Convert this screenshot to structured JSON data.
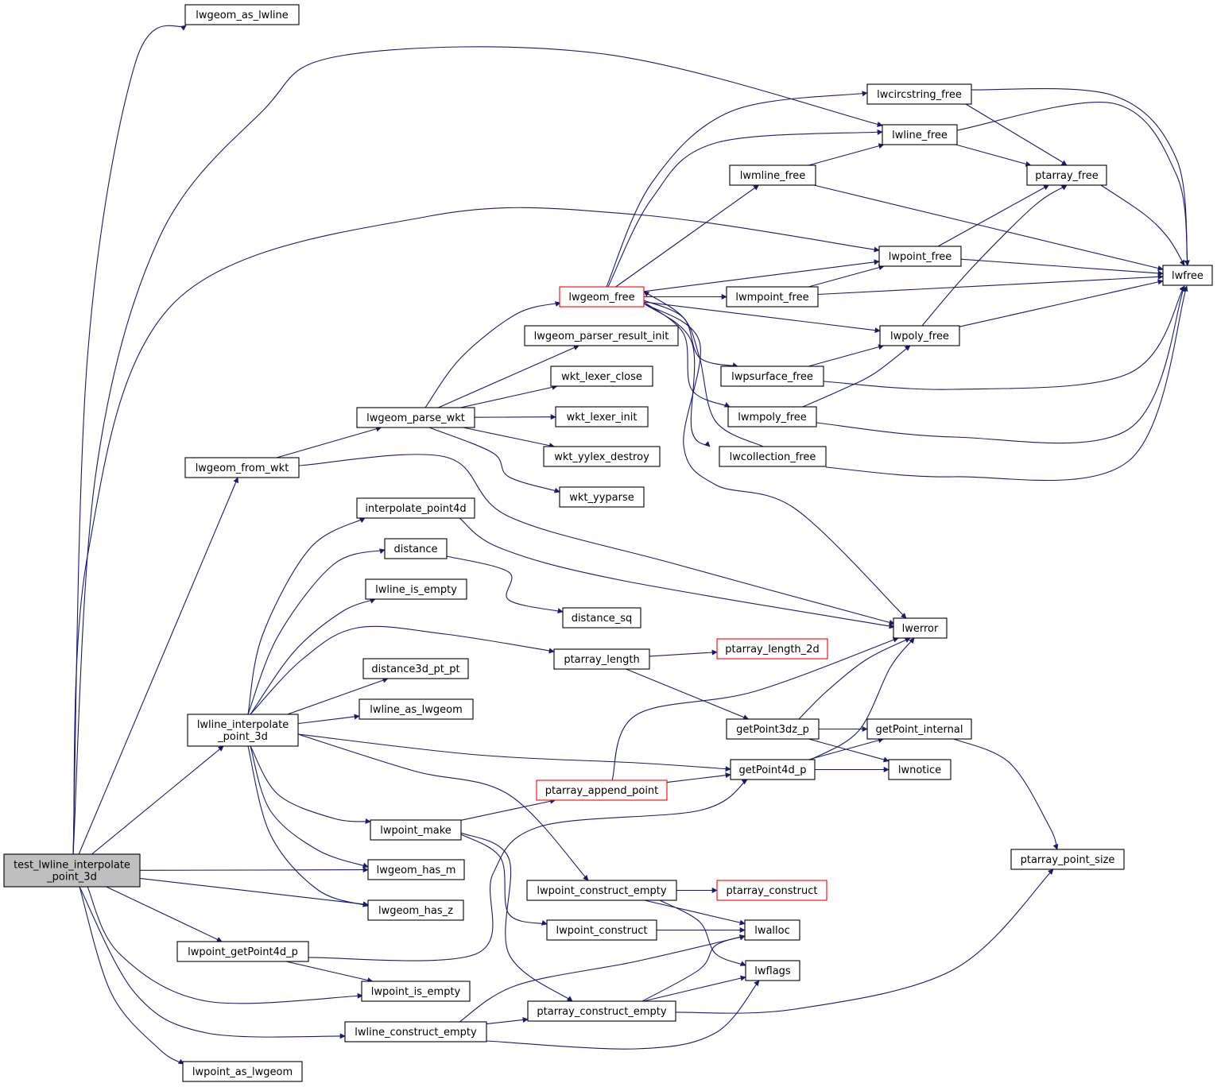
{
  "colors": {
    "edge": "#191970",
    "node_border": "#000000",
    "node_border_truncated": "#ff0000",
    "root_fill": "#bfbfbf",
    "node_fill": "#ffffff",
    "text": "#000000"
  },
  "nodes": [
    {
      "id": "root",
      "lines": [
        "test_lwline_interpolate",
        "_point_3d"
      ],
      "kind": "root"
    },
    {
      "id": "lwgeom_as_lwline",
      "lines": [
        "lwgeom_as_lwline"
      ]
    },
    {
      "id": "lwgeom_from_wkt",
      "lines": [
        "lwgeom_from_wkt"
      ]
    },
    {
      "id": "lwline_interpolate_point_3d",
      "lines": [
        "lwline_interpolate",
        "_point_3d"
      ]
    },
    {
      "id": "lwpoint_getPoint4d_p",
      "lines": [
        "lwpoint_getPoint4d_p"
      ]
    },
    {
      "id": "lwpoint_as_lwgeom",
      "lines": [
        "lwpoint_as_lwgeom"
      ]
    },
    {
      "id": "lwgeom_parse_wkt",
      "lines": [
        "lwgeom_parse_wkt"
      ]
    },
    {
      "id": "interpolate_point4d",
      "lines": [
        "interpolate_point4d"
      ]
    },
    {
      "id": "distance",
      "lines": [
        "distance"
      ]
    },
    {
      "id": "lwline_is_empty",
      "lines": [
        "lwline_is_empty"
      ]
    },
    {
      "id": "distance3d_pt_pt",
      "lines": [
        "distance3d_pt_pt"
      ]
    },
    {
      "id": "lwline_as_lwgeom",
      "lines": [
        "lwline_as_lwgeom"
      ]
    },
    {
      "id": "lwpoint_make",
      "lines": [
        "lwpoint_make"
      ]
    },
    {
      "id": "lwgeom_has_m",
      "lines": [
        "lwgeom_has_m"
      ]
    },
    {
      "id": "lwgeom_has_z",
      "lines": [
        "lwgeom_has_z"
      ]
    },
    {
      "id": "lwpoint_is_empty",
      "lines": [
        "lwpoint_is_empty"
      ]
    },
    {
      "id": "lwline_construct_empty",
      "lines": [
        "lwline_construct_empty"
      ]
    },
    {
      "id": "lwgeom_free",
      "lines": [
        "lwgeom_free"
      ],
      "kind": "truncated"
    },
    {
      "id": "lwgeom_parser_result_init",
      "lines": [
        "lwgeom_parser_result_init"
      ]
    },
    {
      "id": "wkt_lexer_close",
      "lines": [
        "wkt_lexer_close"
      ]
    },
    {
      "id": "wkt_lexer_init",
      "lines": [
        "wkt_lexer_init"
      ]
    },
    {
      "id": "wkt_yylex_destroy",
      "lines": [
        "wkt_yylex_destroy"
      ]
    },
    {
      "id": "wkt_yyparse",
      "lines": [
        "wkt_yyparse"
      ]
    },
    {
      "id": "distance_sq",
      "lines": [
        "distance_sq"
      ]
    },
    {
      "id": "ptarray_length",
      "lines": [
        "ptarray_length"
      ]
    },
    {
      "id": "ptarray_append_point",
      "lines": [
        "ptarray_append_point"
      ],
      "kind": "truncated"
    },
    {
      "id": "lwpoint_construct_empty",
      "lines": [
        "lwpoint_construct_empty"
      ]
    },
    {
      "id": "lwpoint_construct",
      "lines": [
        "lwpoint_construct"
      ]
    },
    {
      "id": "ptarray_construct_empty",
      "lines": [
        "ptarray_construct_empty"
      ]
    },
    {
      "id": "lwcircstring_free",
      "lines": [
        "lwcircstring_free"
      ]
    },
    {
      "id": "lwline_free",
      "lines": [
        "lwline_free"
      ]
    },
    {
      "id": "lwmline_free",
      "lines": [
        "lwmline_free"
      ]
    },
    {
      "id": "lwpoint_free",
      "lines": [
        "lwpoint_free"
      ]
    },
    {
      "id": "lwmpoint_free",
      "lines": [
        "lwmpoint_free"
      ]
    },
    {
      "id": "lwpoly_free",
      "lines": [
        "lwpoly_free"
      ]
    },
    {
      "id": "lwpsurface_free",
      "lines": [
        "lwpsurface_free"
      ]
    },
    {
      "id": "lwmpoly_free",
      "lines": [
        "lwmpoly_free"
      ]
    },
    {
      "id": "lwcollection_free",
      "lines": [
        "lwcollection_free"
      ]
    },
    {
      "id": "ptarray_length_2d",
      "lines": [
        "ptarray_length_2d"
      ],
      "kind": "truncated"
    },
    {
      "id": "getPoint3dz_p",
      "lines": [
        "getPoint3dz_p"
      ]
    },
    {
      "id": "getPoint4d_p",
      "lines": [
        "getPoint4d_p"
      ]
    },
    {
      "id": "ptarray_construct",
      "lines": [
        "ptarray_construct"
      ],
      "kind": "truncated"
    },
    {
      "id": "lwalloc",
      "lines": [
        "lwalloc"
      ]
    },
    {
      "id": "lwflags",
      "lines": [
        "lwflags"
      ]
    },
    {
      "id": "ptarray_free",
      "lines": [
        "ptarray_free"
      ]
    },
    {
      "id": "lwerror",
      "lines": [
        "lwerror"
      ]
    },
    {
      "id": "getPoint_internal",
      "lines": [
        "getPoint_internal"
      ]
    },
    {
      "id": "lwnotice",
      "lines": [
        "lwnotice"
      ]
    },
    {
      "id": "lwfree",
      "lines": [
        "lwfree"
      ]
    },
    {
      "id": "ptarray_point_size",
      "lines": [
        "ptarray_point_size"
      ]
    }
  ],
  "edges": [
    [
      "root",
      "lwgeom_as_lwline"
    ],
    [
      "root",
      "lwline_free"
    ],
    [
      "root",
      "lwpoint_free"
    ],
    [
      "root",
      "lwgeom_from_wkt"
    ],
    [
      "root",
      "lwline_interpolate_point_3d"
    ],
    [
      "root",
      "lwgeom_has_m"
    ],
    [
      "root",
      "lwgeom_has_z"
    ],
    [
      "root",
      "lwpoint_getPoint4d_p"
    ],
    [
      "root",
      "lwpoint_is_empty"
    ],
    [
      "root",
      "lwline_construct_empty"
    ],
    [
      "root",
      "lwpoint_as_lwgeom"
    ],
    [
      "lwgeom_from_wkt",
      "lwgeom_parse_wkt"
    ],
    [
      "lwgeom_from_wkt",
      "lwerror"
    ],
    [
      "lwgeom_parse_wkt",
      "lwgeom_free"
    ],
    [
      "lwgeom_parse_wkt",
      "lwgeom_parser_result_init"
    ],
    [
      "lwgeom_parse_wkt",
      "wkt_lexer_close"
    ],
    [
      "lwgeom_parse_wkt",
      "wkt_lexer_init"
    ],
    [
      "lwgeom_parse_wkt",
      "wkt_yylex_destroy"
    ],
    [
      "lwgeom_parse_wkt",
      "wkt_yyparse"
    ],
    [
      "lwgeom_free",
      "lwcircstring_free"
    ],
    [
      "lwgeom_free",
      "lwline_free"
    ],
    [
      "lwgeom_free",
      "lwmline_free"
    ],
    [
      "lwgeom_free",
      "lwpoint_free"
    ],
    [
      "lwgeom_free",
      "lwmpoint_free"
    ],
    [
      "lwgeom_free",
      "lwpoly_free"
    ],
    [
      "lwgeom_free",
      "lwpsurface_free"
    ],
    [
      "lwgeom_free",
      "lwmpoly_free"
    ],
    [
      "lwgeom_free",
      "lwcollection_free"
    ],
    [
      "lwgeom_free",
      "lwerror"
    ],
    [
      "lwcollection_free",
      "lwgeom_free"
    ],
    [
      "lwcollection_free",
      "lwfree"
    ],
    [
      "lwcircstring_free",
      "ptarray_free"
    ],
    [
      "lwcircstring_free",
      "lwfree"
    ],
    [
      "lwline_free",
      "ptarray_free"
    ],
    [
      "lwline_free",
      "lwfree"
    ],
    [
      "lwmline_free",
      "lwline_free"
    ],
    [
      "lwmline_free",
      "lwfree"
    ],
    [
      "lwpoint_free",
      "ptarray_free"
    ],
    [
      "lwpoint_free",
      "lwfree"
    ],
    [
      "lwmpoint_free",
      "lwpoint_free"
    ],
    [
      "lwmpoint_free",
      "lwfree"
    ],
    [
      "lwpoly_free",
      "ptarray_free"
    ],
    [
      "lwpoly_free",
      "lwfree"
    ],
    [
      "lwpsurface_free",
      "lwpoly_free"
    ],
    [
      "lwpsurface_free",
      "lwfree"
    ],
    [
      "lwmpoly_free",
      "lwpoly_free"
    ],
    [
      "lwmpoly_free",
      "lwfree"
    ],
    [
      "ptarray_free",
      "lwfree"
    ],
    [
      "lwline_interpolate_point_3d",
      "interpolate_point4d"
    ],
    [
      "lwline_interpolate_point_3d",
      "distance"
    ],
    [
      "lwline_interpolate_point_3d",
      "lwline_is_empty"
    ],
    [
      "lwline_interpolate_point_3d",
      "ptarray_length"
    ],
    [
      "lwline_interpolate_point_3d",
      "distance3d_pt_pt"
    ],
    [
      "lwline_interpolate_point_3d",
      "lwline_as_lwgeom"
    ],
    [
      "lwline_interpolate_point_3d",
      "getPoint4d_p"
    ],
    [
      "lwline_interpolate_point_3d",
      "lwpoint_make"
    ],
    [
      "lwline_interpolate_point_3d",
      "lwgeom_has_m"
    ],
    [
      "lwline_interpolate_point_3d",
      "lwgeom_has_z"
    ],
    [
      "lwline_interpolate_point_3d",
      "lwpoint_construct_empty"
    ],
    [
      "interpolate_point4d",
      "lwerror"
    ],
    [
      "distance",
      "distance_sq"
    ],
    [
      "ptarray_length",
      "ptarray_length_2d"
    ],
    [
      "ptarray_length",
      "getPoint3dz_p"
    ],
    [
      "getPoint3dz_p",
      "lwerror"
    ],
    [
      "getPoint3dz_p",
      "getPoint_internal"
    ],
    [
      "getPoint3dz_p",
      "lwnotice"
    ],
    [
      "getPoint4d_p",
      "lwerror"
    ],
    [
      "getPoint4d_p",
      "getPoint_internal"
    ],
    [
      "getPoint4d_p",
      "lwnotice"
    ],
    [
      "getPoint_internal",
      "ptarray_point_size"
    ],
    [
      "lwpoint_make",
      "ptarray_append_point"
    ],
    [
      "lwpoint_make",
      "lwpoint_construct"
    ],
    [
      "lwpoint_make",
      "ptarray_construct_empty"
    ],
    [
      "ptarray_append_point",
      "lwerror"
    ],
    [
      "ptarray_append_point",
      "getPoint4d_p"
    ],
    [
      "lwpoint_construct_empty",
      "ptarray_construct"
    ],
    [
      "lwpoint_construct_empty",
      "lwalloc"
    ],
    [
      "lwpoint_construct_empty",
      "lwflags"
    ],
    [
      "lwpoint_construct",
      "lwalloc"
    ],
    [
      "ptarray_construct_empty",
      "lwalloc"
    ],
    [
      "ptarray_construct_empty",
      "lwflags"
    ],
    [
      "ptarray_construct_empty",
      "ptarray_point_size"
    ],
    [
      "lwpoint_getPoint4d_p",
      "getPoint4d_p"
    ],
    [
      "lwpoint_getPoint4d_p",
      "lwpoint_is_empty"
    ],
    [
      "lwline_construct_empty",
      "lwalloc"
    ],
    [
      "lwline_construct_empty",
      "ptarray_construct_empty"
    ],
    [
      "lwline_construct_empty",
      "lwflags"
    ]
  ]
}
